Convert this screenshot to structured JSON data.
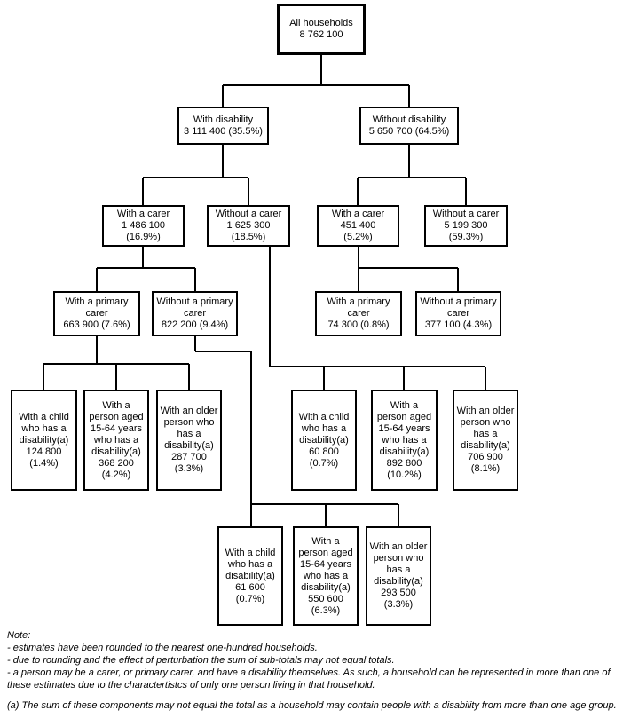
{
  "diagram": {
    "nodes": {
      "all_households": {
        "label": "All households",
        "value": "8 762 100",
        "pct": ""
      },
      "with_disability": {
        "label": "With disability",
        "value": "3 111 400 (35.5%)",
        "pct": ""
      },
      "without_disability": {
        "label": "Without disability",
        "value": "5 650 700 (64.5%)",
        "pct": ""
      },
      "wd_with_carer": {
        "label": "With a carer",
        "value": "1 486 100",
        "pct": "(16.9%)"
      },
      "wd_without_carer": {
        "label": "Without a carer",
        "value": "1 625 300",
        "pct": "(18.5%)"
      },
      "wod_with_carer": {
        "label": "With a carer",
        "value": "451 400",
        "pct": "(5.2%)"
      },
      "wod_without_carer": {
        "label": "Without a carer",
        "value": "5 199 300",
        "pct": "(59.3%)"
      },
      "wd_with_primary": {
        "label": "With a primary carer",
        "value": "663 900 (7.6%)",
        "pct": ""
      },
      "wd_without_primary": {
        "label": "Without a primary carer",
        "value": "822 200 (9.4%)",
        "pct": ""
      },
      "wod_with_primary": {
        "label": "With a primary carer",
        "value": "74 300 (0.8%)",
        "pct": ""
      },
      "wod_without_primary": {
        "label": "Without a primary carer",
        "value": "377 100 (4.3%)",
        "pct": ""
      },
      "primary_child": {
        "label": "With a child who has a disability(a)",
        "value": "124 800",
        "pct": "(1.4%)"
      },
      "primary_adult": {
        "label": "With a person aged 15-64 years who has a disability(a)",
        "value": "368 200",
        "pct": "(4.2%)"
      },
      "primary_older": {
        "label": "With an older person who has a disability(a)",
        "value": "287 700",
        "pct": "(3.3%)"
      },
      "nocarer_child": {
        "label": "With a child who has a disability(a)",
        "value": "60 800",
        "pct": "(0.7%)"
      },
      "nocarer_adult": {
        "label": "With a person aged 15-64 years who has a disability(a)",
        "value": "892 800",
        "pct": "(10.2%)"
      },
      "nocarer_older": {
        "label": "With an older person who has a disability(a)",
        "value": "706 900",
        "pct": "(8.1%)"
      },
      "noprimary_child": {
        "label": "With a child who has a disability(a)",
        "value": "61 600",
        "pct": "(0.7%)"
      },
      "noprimary_adult": {
        "label": "With a person aged 15-64 years who has a disability(a)",
        "value": "550 600",
        "pct": "(6.3%)"
      },
      "noprimary_older": {
        "label": "With an older person who has a disability(a)",
        "value": "293 500",
        "pct": "(3.3%)"
      }
    },
    "notes": {
      "heading": "Note:",
      "items": [
        "- estimates have been rounded to the nearest one-hundred households.",
        "- due to rounding and the effect of perturbation the sum of sub-totals may not equal totals.",
        "- a person may be a carer, or primary carer, and have a disability themselves. As such, a household can be represented in more than one of these estimates due to the charactertistcs of only one person living in that household."
      ],
      "footnote": "(a) The sum of these components may not equal the total as a household may contain people with a disability from more than one age group."
    },
    "colors": {
      "line": "#000000",
      "background": "#ffffff",
      "text": "#000000"
    }
  }
}
